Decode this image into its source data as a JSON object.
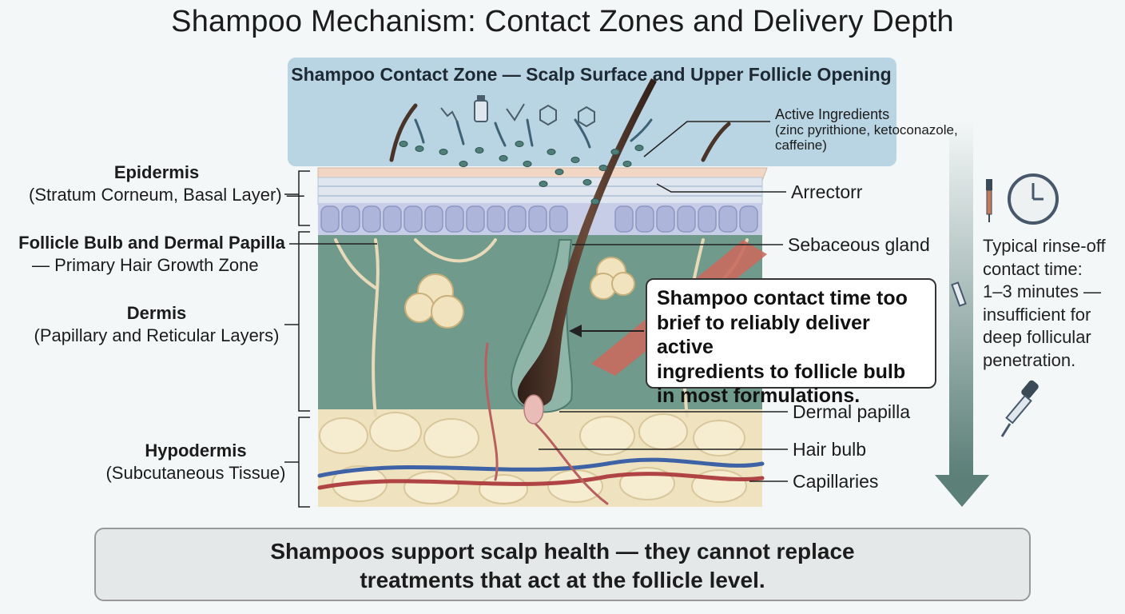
{
  "title": "Shampoo Mechanism: Contact Zones and Delivery Depth",
  "contact_zone_title": "Shampoo Contact Zone — Scalp Surface and Upper Follicle Opening",
  "active_ingredients": {
    "title": "Active Ingredients",
    "detail_line1": "(zinc pyrithione, ketoconazole,",
    "detail_line2": "caffeine)"
  },
  "left_labels": {
    "epidermis": {
      "name": "Epidermis",
      "detail": "(Stratum Corneum, Basal Layer) —"
    },
    "follicle_bulb": {
      "name": "Follicle Bulb and Dermal Papilla",
      "detail": "— Primary Hair Growth Zone"
    },
    "dermis": {
      "name": "Dermis",
      "detail": "(Papillary and Reticular Layers)"
    },
    "hypodermis": {
      "name": "Hypodermis",
      "detail": "(Subcutaneous Tissue)"
    }
  },
  "right_labels": {
    "arrector": "Arrectorr",
    "sebaceous": "Sebaceous gland",
    "dermal_papilla": "Dermal papilla",
    "hair_bulb": "Hair bulb",
    "capillaries": "Capillaries"
  },
  "callout": {
    "line1": "Shampoo contact time too",
    "line2": "brief to reliably deliver active",
    "line3": "ingredients to follicle bulb",
    "line4": "in most formulations."
  },
  "rinse_note": {
    "line1": "Typical rinse-off",
    "line2": "contact time:",
    "line3": "1–3 minutes —",
    "line4": "insufficient for",
    "line5": "deep follicular",
    "line6": "penetration."
  },
  "bottom_banner": {
    "line1": "Shampoos support scalp health — they cannot replace",
    "line2": "treatments that act at the follicle level."
  },
  "colors": {
    "contact_zone": "#b9d4e2",
    "dermis": "#6f9a8c",
    "epidermis_top": "#f2d8c6",
    "hypodermis": "#f1e4c0",
    "hair": "#4a342a",
    "depth_arrow": "#5c7f78"
  }
}
